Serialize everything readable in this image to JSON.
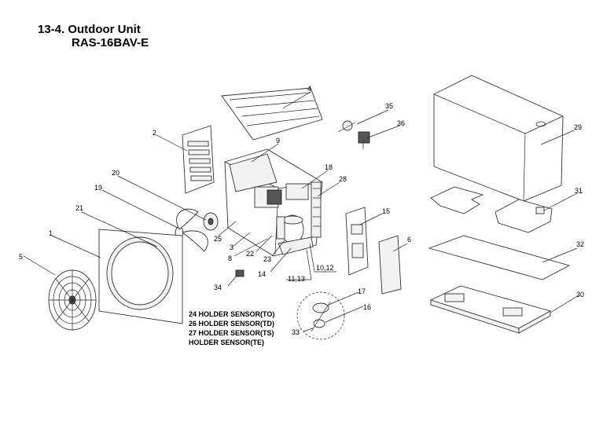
{
  "header": {
    "section": "13-4.  Outdoor Unit",
    "model": "RAS-16BAV-E"
  },
  "callouts": [
    "1",
    "2",
    "3",
    "4",
    "5",
    "6",
    "8",
    "9",
    "10,12",
    "11,13",
    "14",
    "15",
    "16",
    "17",
    "18",
    "19",
    "20",
    "21",
    "22",
    "23",
    "25",
    "28",
    "29",
    "30",
    "31",
    "32",
    "33",
    "34",
    "35",
    "36"
  ],
  "notes": [
    "24 HOLDER SENSOR(TO)",
    "26 HOLDER SENSOR(TD)",
    "27 HOLDER SENSOR(TS)",
    "HOLDER SENSOR(TE)"
  ]
}
